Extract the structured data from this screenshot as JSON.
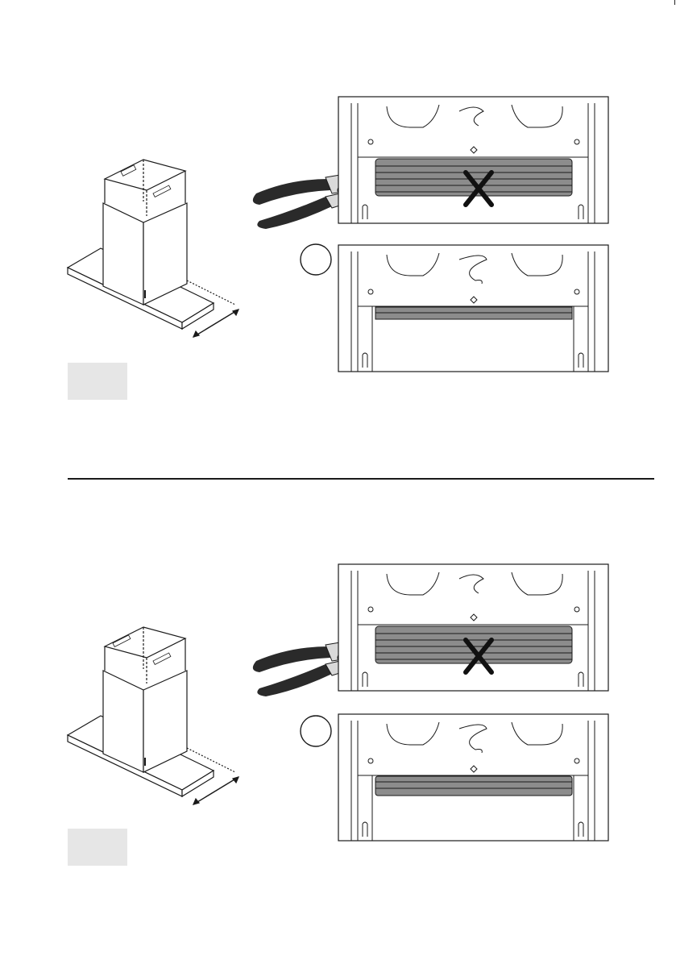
{
  "document": {
    "type": "installation-instructions",
    "sections": [
      {
        "id": "upper",
        "illustrations": [
          "hood-chimney-width-illustration",
          "pliers-cutting-tab-panel",
          "removed-tab-panel"
        ],
        "step_badge_label": "",
        "step_circle_label": ""
      },
      {
        "id": "lower",
        "illustrations": [
          "hood-chimney-width-illustration",
          "pliers-cutting-tab-panel",
          "removed-tab-panel"
        ],
        "step_badge_label": "",
        "step_circle_label": ""
      }
    ]
  },
  "colors": {
    "line": "#1a1a1a",
    "panel_fill": "#8c8c8c",
    "badge_fill": "#e6e6e6",
    "plier_grip": "#2a2a2a",
    "plier_metal": "#d9d9d9"
  },
  "icons": {
    "cross": "cross-mark-icon",
    "tool": "pliers-icon"
  }
}
